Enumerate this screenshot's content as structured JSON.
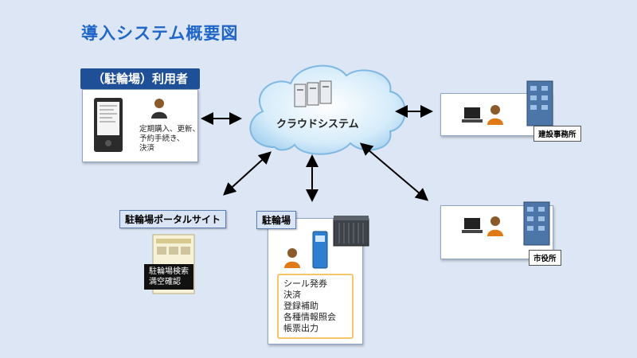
{
  "title": "導入システム概要図",
  "cloud": {
    "label": "クラウドシステム",
    "icon": "server-icon"
  },
  "user_panel": {
    "header": "（駐輪場）利用者",
    "lines": [
      "定期購入、更新、",
      "予約手続き、",
      "決済"
    ]
  },
  "portal": {
    "header": "駐輪場ポータルサイト",
    "lines": [
      "駐輪場検索",
      "満空確認"
    ]
  },
  "parking": {
    "header": "駐輪場",
    "services": [
      "シール発券",
      "決済",
      "登録補助",
      "各種情報照会",
      "帳票出力"
    ]
  },
  "office1": {
    "label": "建設事務所"
  },
  "office2": {
    "label": "市役所"
  },
  "colors": {
    "title": "#1f66c8",
    "header_blue": "#1f4f97",
    "cloud": "#cfe8f8"
  }
}
